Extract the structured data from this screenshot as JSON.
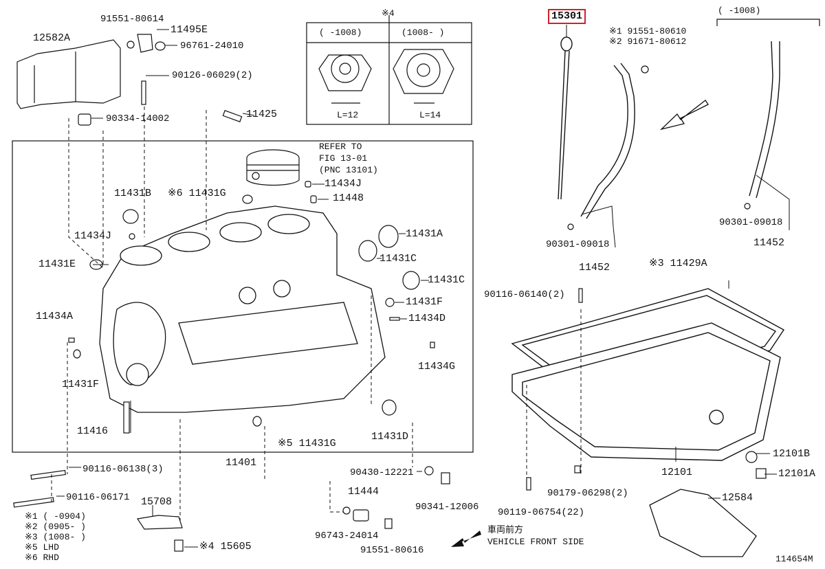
{
  "diagram": {
    "figure_id": "114654M",
    "highlight_color": "#d0202a",
    "refer": {
      "line1": "REFER TO",
      "line2": "FIG 13-01",
      "line3": "(PNC 13101)"
    },
    "inset": {
      "marker": "※4",
      "left_header": "(   -1008)",
      "right_header": "(1008-    )",
      "left_dim": "L=12",
      "right_dim": "L=14"
    },
    "top_right_header": "(    -1008)",
    "vehicle_front": {
      "jp": "車両前方",
      "en": "VEHICLE FRONT SIDE"
    },
    "notes": [
      "※1 (     -0904)",
      "※2 (0905-     )",
      "※3 (1008-     )",
      "※5 LHD",
      "※6 RHD"
    ],
    "dipstick_notes": [
      "※1 91551-80610",
      "※2 91671-80612"
    ],
    "parts": {
      "p12582A": "12582A",
      "p91551_80614": "91551-80614",
      "p11495E": "11495E",
      "p96761_24010": "96761-24010",
      "p90126": "90126-06029(2)",
      "p90334": "90334-14002",
      "p11425": "11425",
      "p11434J": "11434J",
      "p11448": "11448",
      "p11431B": "11431B",
      "p11431G_top": "※6 11431G",
      "p11434J_left": "11434J",
      "p11431E": "11431E",
      "p11431A": "11431A",
      "p11431C_a": "11431C",
      "p11431C_b": "11431C",
      "p11431F_right": "11431F",
      "p11434D": "11434D",
      "p11434A": "11434A",
      "p11431F_left": "11431F",
      "p11434G": "11434G",
      "p11416": "11416",
      "p11431D": "11431D",
      "p11431G_bottom": "※5 11431G",
      "p11401": "11401",
      "p90116_06138": "90116-06138(3)",
      "p90116_06171": "90116-06171",
      "p15708": "15708",
      "p15605": "※4  15605",
      "p11444": "11444",
      "p90430": "90430-12221",
      "p90341": "90341-12006",
      "p96743": "96743-24014",
      "p91551_80616": "91551-80616",
      "p15301": "15301",
      "p90301_mid": "90301-09018",
      "p11452_mid": "11452",
      "p90301_right": "90301-09018",
      "p11452_right": "11452",
      "p11429A": "※3 11429A",
      "p90116_06140": "90116-06140(2)",
      "p12101B": "12101B",
      "p12101A": "12101A",
      "p12101": "12101",
      "p90179": "90179-06298(2)",
      "p90119": "90119-06754(22)",
      "p12584": "12584"
    }
  }
}
